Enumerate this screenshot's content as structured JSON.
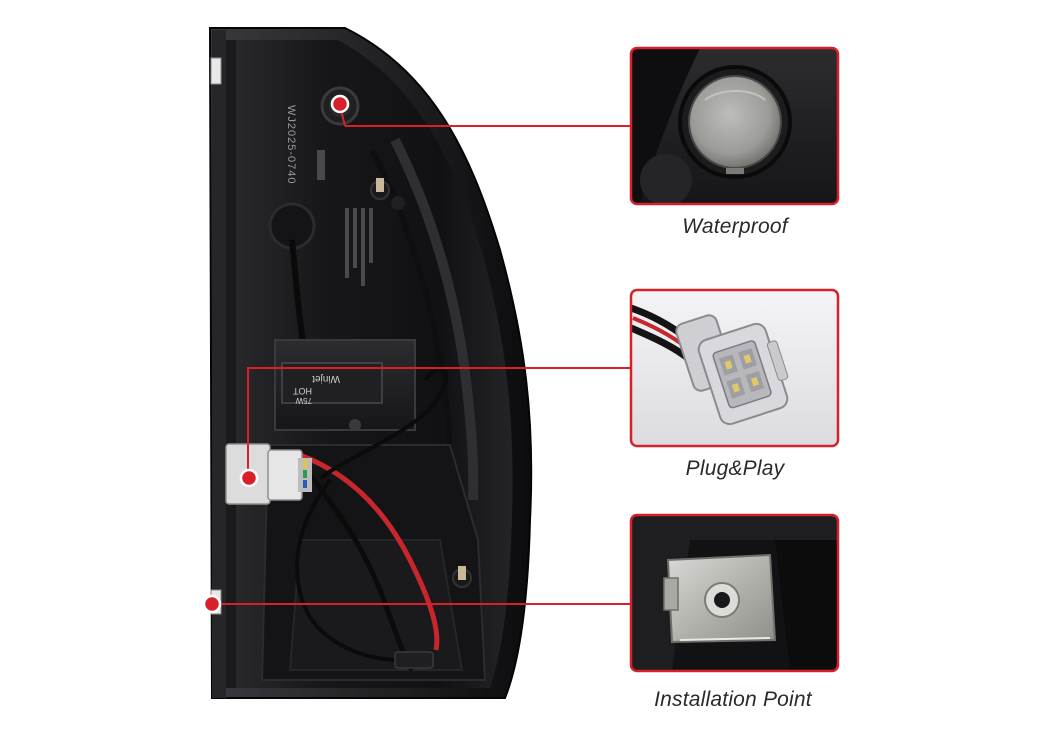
{
  "product": {
    "part_number": "WJ2025-0740",
    "brand_label": "Winjet",
    "warning_text": "HOT",
    "warning_symbol": "75W"
  },
  "callouts": [
    {
      "label": "Waterproof",
      "icon": "rubber-seal-icon"
    },
    {
      "label": "Plug&Play",
      "icon": "connector-plug-icon"
    },
    {
      "label": "Installation Point",
      "icon": "mounting-clip-icon"
    }
  ],
  "colors": {
    "accent_red": "#d8202a",
    "housing_dark": "#1b1b1d",
    "background": "#ffffff"
  }
}
